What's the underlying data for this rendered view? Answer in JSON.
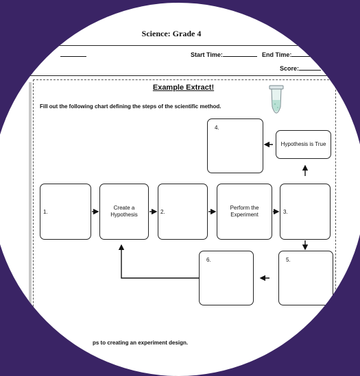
{
  "header": {
    "title": "Science: Grade 4",
    "start_time_label": "Start Time:",
    "end_time_label": "End Time:",
    "score_label": "Score:"
  },
  "worksheet": {
    "extract_title": "Example Extract!",
    "instructions": "Fill out the following chart defining the steps of the scientific method.",
    "bottom_text": "ps to creating an experiment design."
  },
  "chart_boxes": {
    "box1": "1.",
    "box_create": "Create a Hypothesis",
    "box2": "2.",
    "box_perform": "Perform the Experiment",
    "box3": "3.",
    "box4": "4.",
    "box_true": "Hypothesis is True",
    "box5": "5.",
    "box6": "6."
  },
  "icons": [
    "test-tube-icon"
  ],
  "colors": {
    "background": "#3a2465",
    "paper": "#ffffff",
    "ink": "#222222"
  }
}
